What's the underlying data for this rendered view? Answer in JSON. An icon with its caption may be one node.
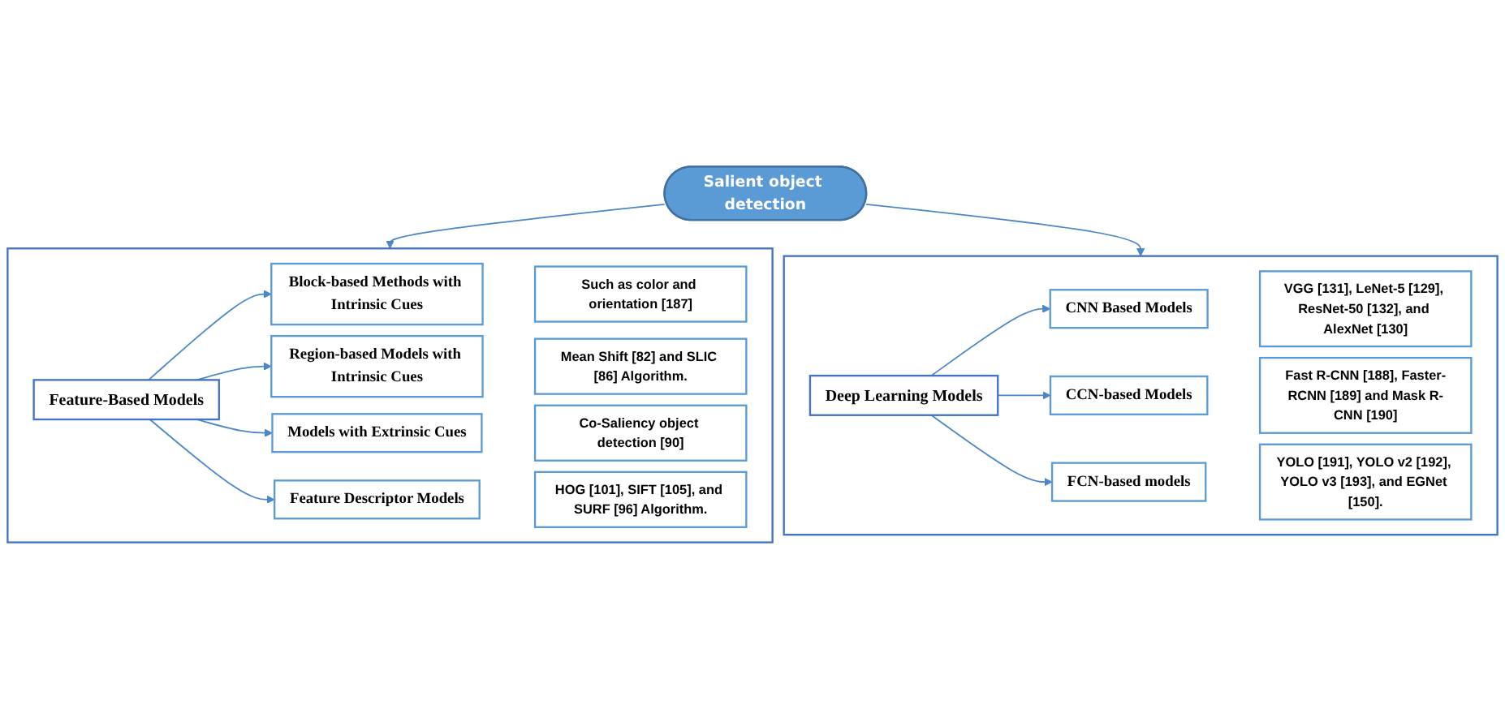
{
  "diagram": {
    "nodes": [
      {
        "text": [
          "Salient object detection"
        ]
      },
      {
        "text": [],
        "shape": "box"
      },
      {
        "text": [
          "Feature-Based Models"
        ],
        "in": 1
      },
      {
        "text": [
          "Block-based Methods with Intrinsic Cues"
        ],
        "in": 1
      },
      {
        "text": [
          "Such as color and orientation [187]"
        ],
        "in": 1
      },
      {
        "text": [
          "Region-based Models with Intrinsic Cues"
        ],
        "in": 1
      },
      {
        "text": [
          "Mean Shift [82] and SLIC [86] Algorithm."
        ],
        "in": 1
      },
      {
        "text": [
          "Models with Extrinsic Cues"
        ],
        "in": 1
      },
      {
        "text": [
          "Co-Saliency object detection [90]"
        ],
        "in": 1
      },
      {
        "text": [
          "Feature Descriptor Models"
        ],
        "in": 1
      },
      {
        "text": [
          "HOG [101], SIFT [105], and SURF [96] Algorithm."
        ],
        "in": 1
      },
      {
        "text": [],
        "shape": "box"
      },
      {
        "text": [
          "Deep Learning Models"
        ],
        "in": 11
      },
      {
        "text": [
          "CNN Based Models"
        ],
        "in": 11
      },
      {
        "text": [
          "VGG [131], LeNet-5 [129], ResNet-50 [132], and AlexNet [130]"
        ],
        "in": 11
      },
      {
        "text": [
          "CCN-based Models"
        ],
        "in": 11
      },
      {
        "text": [
          "Fast R-CNN [188], Faster-RCNN [189] and Mask R-CNN [190]"
        ],
        "in": 11
      },
      {
        "text": [
          "FCN-based models"
        ],
        "in": 11
      },
      {
        "text": [
          "YOLO [191], YOLO v2 [192], YOLO v3 [193], and EGNet [150]."
        ],
        "in": 11
      }
    ],
    "edges": [
      {
        "from": 0,
        "to": 1,
        "arrow": "to"
      },
      {
        "from": 0,
        "to": 11,
        "arrow": "to"
      },
      {
        "from": 2,
        "to": 3,
        "arrow": "to"
      },
      {
        "from": 2,
        "to": 5,
        "arrow": "to"
      },
      {
        "from": 2,
        "to": 7,
        "arrow": "to"
      },
      {
        "from": 2,
        "to": 9,
        "arrow": "to"
      },
      {
        "from": 12,
        "to": 13,
        "arrow": "to"
      },
      {
        "from": 12,
        "to": 15,
        "arrow": "to"
      },
      {
        "from": 12,
        "to": 17,
        "arrow": "to"
      }
    ]
  }
}
